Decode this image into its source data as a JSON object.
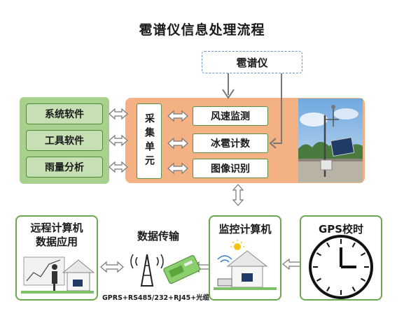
{
  "title": "雹谱仪信息处理流程",
  "radar": "雹谱仪",
  "left_items": [
    "系统软件",
    "工具软件",
    "雨量分析"
  ],
  "collector": "采集单元",
  "sensors": [
    "风速监测",
    "冰雹计数",
    "图像识别"
  ],
  "bottom": {
    "remote": {
      "line1": "远程计算机",
      "line2": "数据应用"
    },
    "transfer": {
      "title": "数据传输",
      "caption": "GPRS+RS485/232+RJ45+光缆"
    },
    "monitor": "监控计算机",
    "gps": "GPS校时"
  },
  "colors": {
    "green_panel": "#a9d18e",
    "green_box": "#c6e0b4",
    "green_border": "#6ca84f",
    "orange_panel": "#f4b183",
    "dashed_border": "#6b93c4"
  }
}
